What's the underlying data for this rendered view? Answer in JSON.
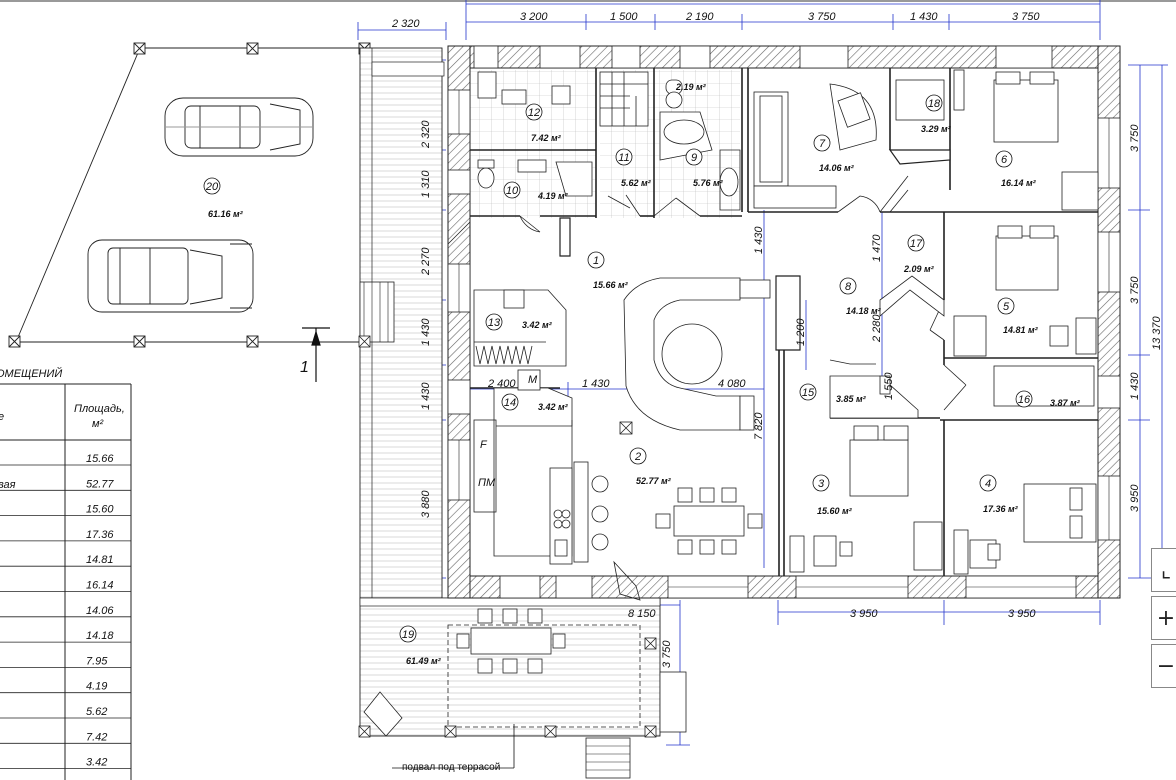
{
  "rooms": [
    {
      "num": "1",
      "area": "15.66 м²"
    },
    {
      "num": "2",
      "area": "52.77 м²"
    },
    {
      "num": "3",
      "area": "15.60 м²"
    },
    {
      "num": "4",
      "area": "17.36 м²"
    },
    {
      "num": "5",
      "area": "14.81 м²"
    },
    {
      "num": "6",
      "area": "16.14 м²"
    },
    {
      "num": "7",
      "area": "14.06 м²"
    },
    {
      "num": "8",
      "area": "14.18 м²"
    },
    {
      "num": "9",
      "area": "5.76 м²"
    },
    {
      "num": "10",
      "area": "4.19 м²"
    },
    {
      "num": "11",
      "area": "5.62 м²"
    },
    {
      "num": "12",
      "area": "7.42 м²"
    },
    {
      "num": "13",
      "area": "3.42 м²"
    },
    {
      "num": "14",
      "area": "3.42 м²"
    },
    {
      "num": "15",
      "area": "3.85 м²"
    },
    {
      "num": "16",
      "area": "3.87 м²"
    },
    {
      "num": "17",
      "area": "2.09 м²"
    },
    {
      "num": "18",
      "area": "3.29 м²"
    },
    {
      "num": "19",
      "area": "61.49 м²"
    },
    {
      "num": "20",
      "area": "61.16 м²"
    },
    {
      "num": "",
      "area": "2.19 м²"
    }
  ],
  "dims_top": [
    "2 320",
    "3 200",
    "1 500",
    "2 190",
    "3 750",
    "1 430",
    "3 750"
  ],
  "dims_left": [
    "2 320",
    "1 310",
    "2 270",
    "1 430",
    "1 430",
    "3 880"
  ],
  "dims_right": [
    "3 750",
    "3 750",
    "1 430",
    "3 950",
    "13 370"
  ],
  "dims_bottom": [
    "8 150",
    "3 950",
    "3 950",
    "3 750"
  ],
  "dims_inner": [
    "1 430",
    "1 470",
    "1 200",
    "2 280",
    "1 550",
    "2 400",
    "1 430",
    "4 080",
    "7 820"
  ],
  "section_mark": "1",
  "basement_label": "подвал под террасой",
  "table": {
    "title": "ОМЕЩЕНИЙ",
    "col_name": "е",
    "col_area_1": "Площадь,",
    "col_area_2": "м²",
    "row2_name": "вая",
    "values": [
      "15.66",
      "52.77",
      "15.60",
      "17.36",
      "14.81",
      "16.14",
      "14.06",
      "14.18",
      "7.95",
      "4.19",
      "5.62",
      "7.42",
      "3.42"
    ]
  },
  "fixture_labels": {
    "microwave": "M",
    "fridge": "F",
    "dishwasher": "ПМ"
  },
  "zoom": {
    "fit": "⌞",
    "plus": "+",
    "minus": "−"
  }
}
